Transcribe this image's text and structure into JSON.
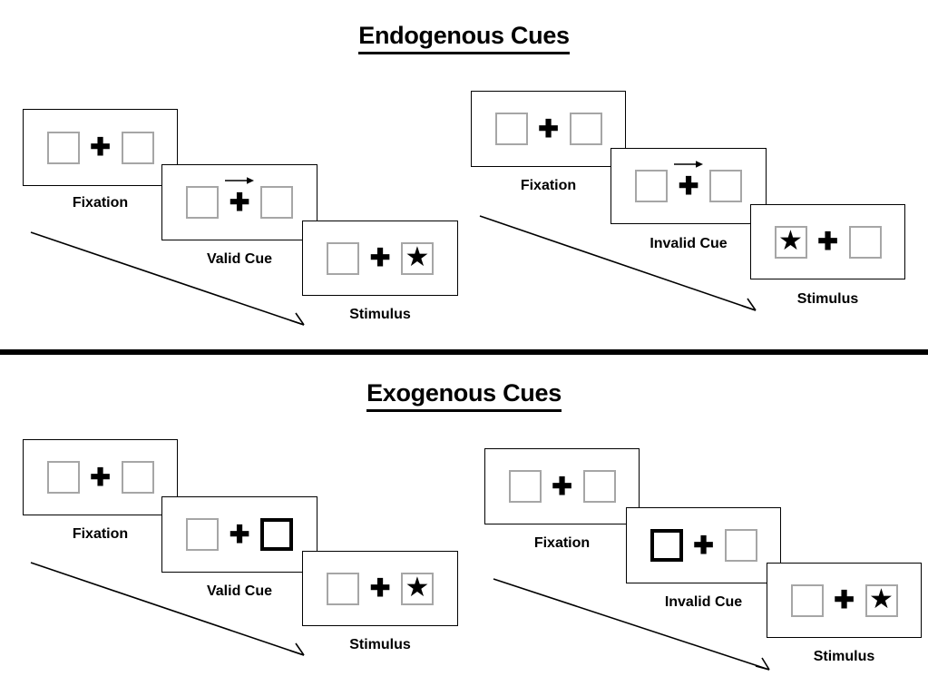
{
  "slide": {
    "background": "#ffffff",
    "line_color": "#000000",
    "box_gray": "#a6a6a6",
    "cue_black": "#000000"
  },
  "divider": {
    "name": "horizontal-rule"
  },
  "sections": [
    {
      "id": "endogenous",
      "title": "Endogenous Cues",
      "sequences": [
        {
          "id": "endogenous-valid",
          "frames": [
            {
              "label": "Fixation",
              "left_box": "empty",
              "right_box": "empty",
              "cue": "none",
              "fixation": "+"
            },
            {
              "label": "Valid Cue",
              "left_box": "empty",
              "right_box": "empty",
              "cue": "arrow-right",
              "fixation": "+"
            },
            {
              "label": "Stimulus",
              "left_box": "empty",
              "right_box": "star",
              "cue": "none",
              "fixation": "+"
            }
          ]
        },
        {
          "id": "endogenous-invalid",
          "frames": [
            {
              "label": "Fixation",
              "left_box": "empty",
              "right_box": "empty",
              "cue": "none",
              "fixation": "+"
            },
            {
              "label": "Invalid Cue",
              "left_box": "empty",
              "right_box": "empty",
              "cue": "arrow-right",
              "fixation": "+"
            },
            {
              "label": "Stimulus",
              "left_box": "star",
              "right_box": "empty",
              "cue": "none",
              "fixation": "+"
            }
          ]
        }
      ]
    },
    {
      "id": "exogenous",
      "title": "Exogenous Cues",
      "sequences": [
        {
          "id": "exogenous-valid",
          "frames": [
            {
              "label": "Fixation",
              "left_box": "empty",
              "right_box": "empty",
              "cue": "none",
              "fixation": "+"
            },
            {
              "label": "Valid Cue",
              "left_box": "empty",
              "right_box": "highlight",
              "cue": "none",
              "fixation": "+"
            },
            {
              "label": "Stimulus",
              "left_box": "empty",
              "right_box": "star",
              "cue": "none",
              "fixation": "+"
            }
          ]
        },
        {
          "id": "exogenous-invalid",
          "frames": [
            {
              "label": "Fixation",
              "left_box": "empty",
              "right_box": "empty",
              "cue": "none",
              "fixation": "+"
            },
            {
              "label": "Invalid Cue",
              "left_box": "highlight",
              "right_box": "empty",
              "cue": "none",
              "fixation": "+"
            },
            {
              "label": "Stimulus",
              "left_box": "empty",
              "right_box": "star",
              "cue": "none",
              "fixation": "+"
            }
          ]
        }
      ]
    }
  ],
  "glyphs": {
    "fixation_cross": "✚",
    "star": "★"
  },
  "flow_arrows": [
    {
      "name": "time-flow-arrow-endogenous-valid"
    },
    {
      "name": "time-flow-arrow-endogenous-invalid"
    },
    {
      "name": "time-flow-arrow-exogenous-valid"
    },
    {
      "name": "time-flow-arrow-exogenous-invalid"
    }
  ]
}
